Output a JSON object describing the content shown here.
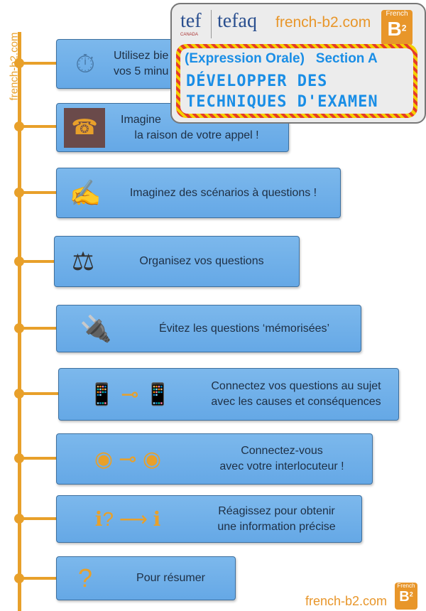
{
  "side_label": "french-b2.com",
  "header": {
    "logo1": "tef",
    "logo1_sub": "CANADA",
    "logo2": "tefaq",
    "site": "french-b2.com",
    "badge_top": "French",
    "badge_main": "B",
    "badge_sup": "2",
    "subtitle": "(Expression Orale)   Section A",
    "title_line1": "DÉVELOPPER DES",
    "title_line2": "TECHNIQUES D'EXAMEN"
  },
  "steps": [
    {
      "l1": "Utilisez bie",
      "l2": "vos 5 minu"
    },
    {
      "l1": "Imagine",
      "l2": "la raison de votre appel !"
    },
    {
      "l1": "Imaginez des scénarios à questions !"
    },
    {
      "l1": "Organisez vos questions"
    },
    {
      "l1": "Évitez les questions   ‘mémorisées’"
    },
    {
      "l1": "Connectez vos questions au sujet",
      "l2": "avec les causes et conséquences"
    },
    {
      "l1": "Connectez-vous",
      "l2": "avec votre interlocuteur !"
    },
    {
      "l1": "Réagissez pour obtenir",
      "l2": "une information précise"
    },
    {
      "l1": "Pour résumer"
    }
  ],
  "footer": {
    "site": "french-b2.com",
    "badge_top": "French",
    "badge_main": "B",
    "badge_sup": "2"
  }
}
